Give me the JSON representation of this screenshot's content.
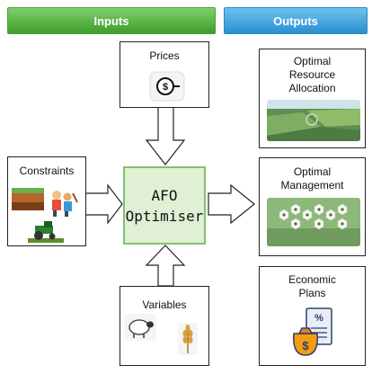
{
  "headers": {
    "inputs": "Inputs",
    "outputs": "Outputs"
  },
  "inputs": {
    "prices": {
      "label": "Prices",
      "icon": "dollar-coin-icon"
    },
    "constraints": {
      "label": "Constraints",
      "icons": [
        "soil-profile-icon",
        "family-icon",
        "tractor-icon"
      ]
    },
    "variables": {
      "label": "Variables",
      "icons": [
        "sheep-icon",
        "wheat-icon"
      ]
    }
  },
  "center": {
    "line1": "AFO",
    "line2": "Optimiser"
  },
  "outputs": {
    "resource_allocation": {
      "line1": "Optimal",
      "line2": "Resource",
      "line3": "Allocation",
      "image": "farm-aerial-photo"
    },
    "management": {
      "line1": "Optimal",
      "line2": "Management",
      "image": "management-hexagon-icons"
    },
    "economic_plans": {
      "line1": "Economic",
      "line2": "Plans",
      "icon": "money-bag-document-icon"
    }
  },
  "colors": {
    "inputs_header": "#4fae3a",
    "outputs_header": "#3a9ad8",
    "center_fill": "#dff0d5",
    "center_border": "#86c06a"
  }
}
